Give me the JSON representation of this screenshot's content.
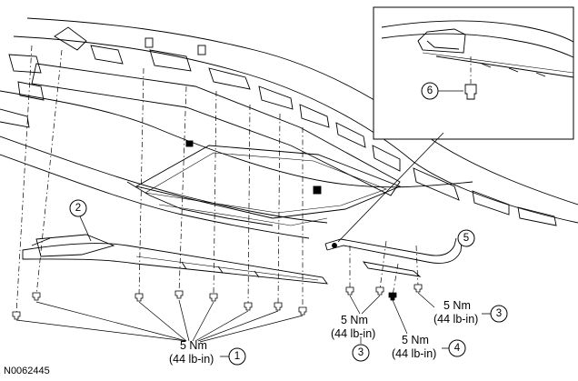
{
  "figure_id": "N0062445",
  "callouts": [
    {
      "number": "1",
      "torque_line1": "5 Nm",
      "torque_line2": "(44 lb-in)"
    },
    {
      "number": "2"
    },
    {
      "number": "3",
      "torque_line1": "5 Nm",
      "torque_line2": "(44 lb-in)"
    },
    {
      "number": "3",
      "torque_line1": "5 Nm",
      "torque_line2": "(44 lb-in)"
    },
    {
      "number": "4",
      "torque_line1": "5 Nm",
      "torque_line2": "(44 lb-in)"
    },
    {
      "number": "5"
    },
    {
      "number": "6"
    }
  ]
}
